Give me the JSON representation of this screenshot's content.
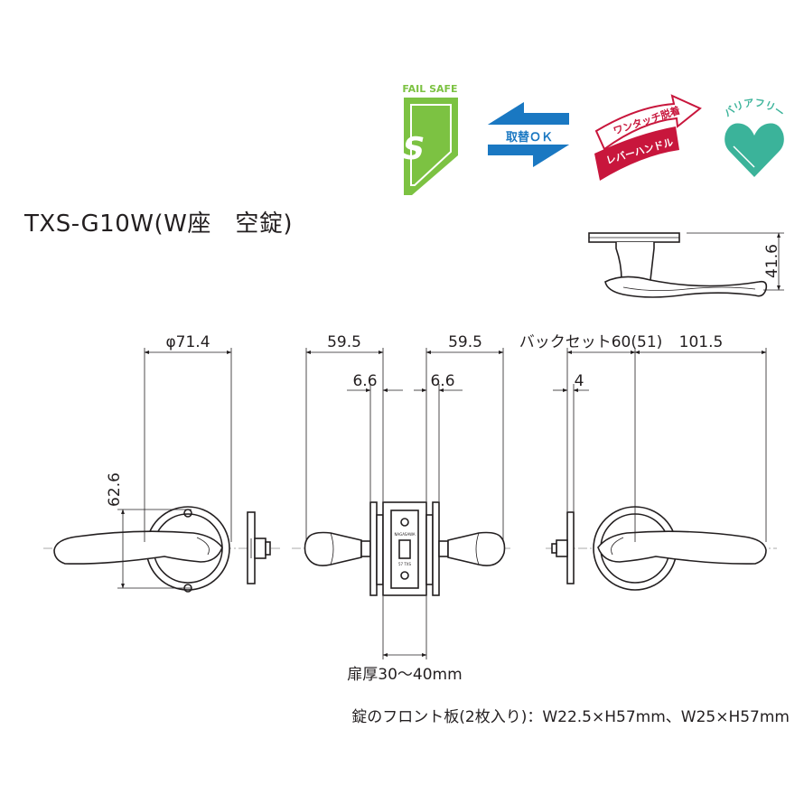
{
  "title": "TXS-G10W(W座　空錠)",
  "icons": {
    "failsafe": {
      "label": "FAIL SAFE",
      "mark": "FS",
      "color": "#7cc242",
      "icon": "fail-safe-icon"
    },
    "exchange": {
      "label": "取替ＯＫ",
      "color": "#1a78c2",
      "icon": "exchange-arrows-icon"
    },
    "onetouch": {
      "line1": "ワンタッチ脱着",
      "line2": "レバーハンドル",
      "color": "#c8163c",
      "icon": "one-touch-lever-icon"
    },
    "barrierfree": {
      "label": "バリアフリー",
      "color": "#3bb39a",
      "icon": "heart-icon"
    }
  },
  "dimensions": {
    "rosette_dia": "φ71.4",
    "rosette_height": "62.6",
    "lever_len_left": "59.5",
    "lever_len_right": "59.5",
    "spindle_left": "6.6",
    "spindle_right": "6.6",
    "backset": "バックセット60(51)",
    "lever_reach": "101.5",
    "plate_thickness": "4",
    "top_height": "41.6",
    "door_thickness": "扉厚30～40mm"
  },
  "latch_marks": {
    "brand": "NAGASAWA",
    "model": "57 TXS"
  },
  "footnote": "錠のフロント板(2枚入り)：W22.5×H57mm、W25×H57mm"
}
